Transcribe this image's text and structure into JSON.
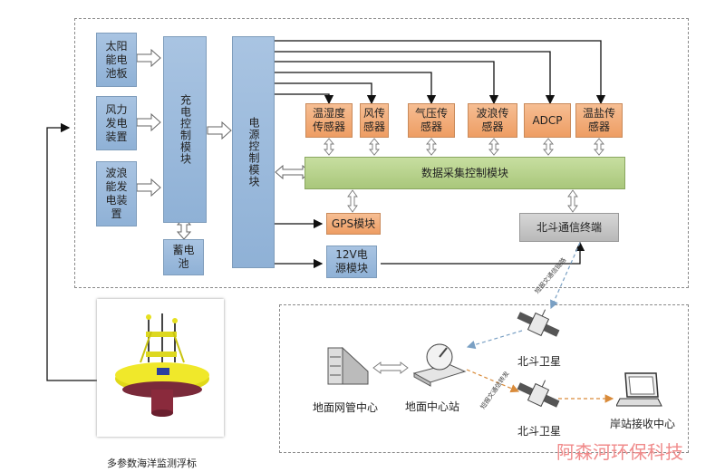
{
  "energy": {
    "solar": "太阳能电池板",
    "wind": "风力发电装置",
    "wave": "波浪能发电装置"
  },
  "modules": {
    "charge": "充电控制模块",
    "battery": "蓄电池",
    "power": "电源控制模块",
    "data_acq": "数据采集控制模块",
    "gps": "GPS模块",
    "v12": "12V电源模块",
    "beidou_terminal": "北斗通信终端"
  },
  "sensors": [
    {
      "label": "温湿度传感器"
    },
    {
      "label": "风传感器"
    },
    {
      "label": "气压传感器"
    },
    {
      "label": "波浪传感器"
    },
    {
      "label": "ADCP"
    },
    {
      "label": "温盐传感器"
    }
  ],
  "buoy": {
    "caption": "多参数海洋监测浮标"
  },
  "ground": {
    "network_center": "地面网管中心",
    "ground_station": "地面中心站",
    "satellite_1": "北斗卫星",
    "satellite_2": "北斗卫星",
    "shore_station": "岸站接收中心",
    "short_msg_1": "短报文通信链路",
    "short_msg_2": "短报文通信转发"
  },
  "watermark": "阿森河环保科技",
  "colors": {
    "blue_module": "#9dbbe0",
    "orange_sensor": "#f0a46d",
    "green_bus": "#b6d18b",
    "gray_terminal": "#c6c6c6",
    "watermark": "#f08a8a",
    "dashed_link": "#7aa0c4",
    "orange_link": "#d98b3a"
  }
}
